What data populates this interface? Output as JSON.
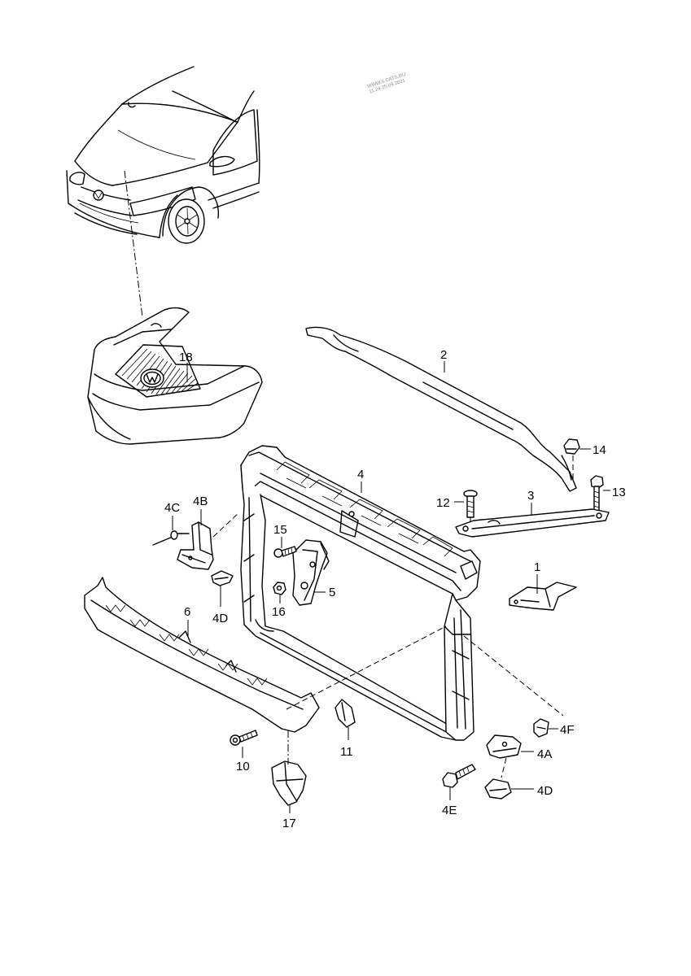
{
  "watermark": {
    "line1": "WWW.ILCATS.RU",
    "line2": "11.24.25.09.2021"
  },
  "callouts": {
    "p1": "1",
    "p2": "2",
    "p3": "3",
    "p4": "4",
    "p4a": "4A",
    "p4b": "4B",
    "p4c": "4C",
    "p4d_upper": "4D",
    "p4d_lower": "4D",
    "p4e": "4E",
    "p4f": "4F",
    "p5": "5",
    "p6": "6",
    "p10": "10",
    "p11": "11",
    "p12": "12",
    "p13": "13",
    "p14": "14",
    "p15": "15",
    "p16": "16",
    "p17": "17",
    "p18": "18"
  },
  "icons": {
    "car": "vehicle-overview-icon",
    "brand": "vw-emblem-icon"
  }
}
